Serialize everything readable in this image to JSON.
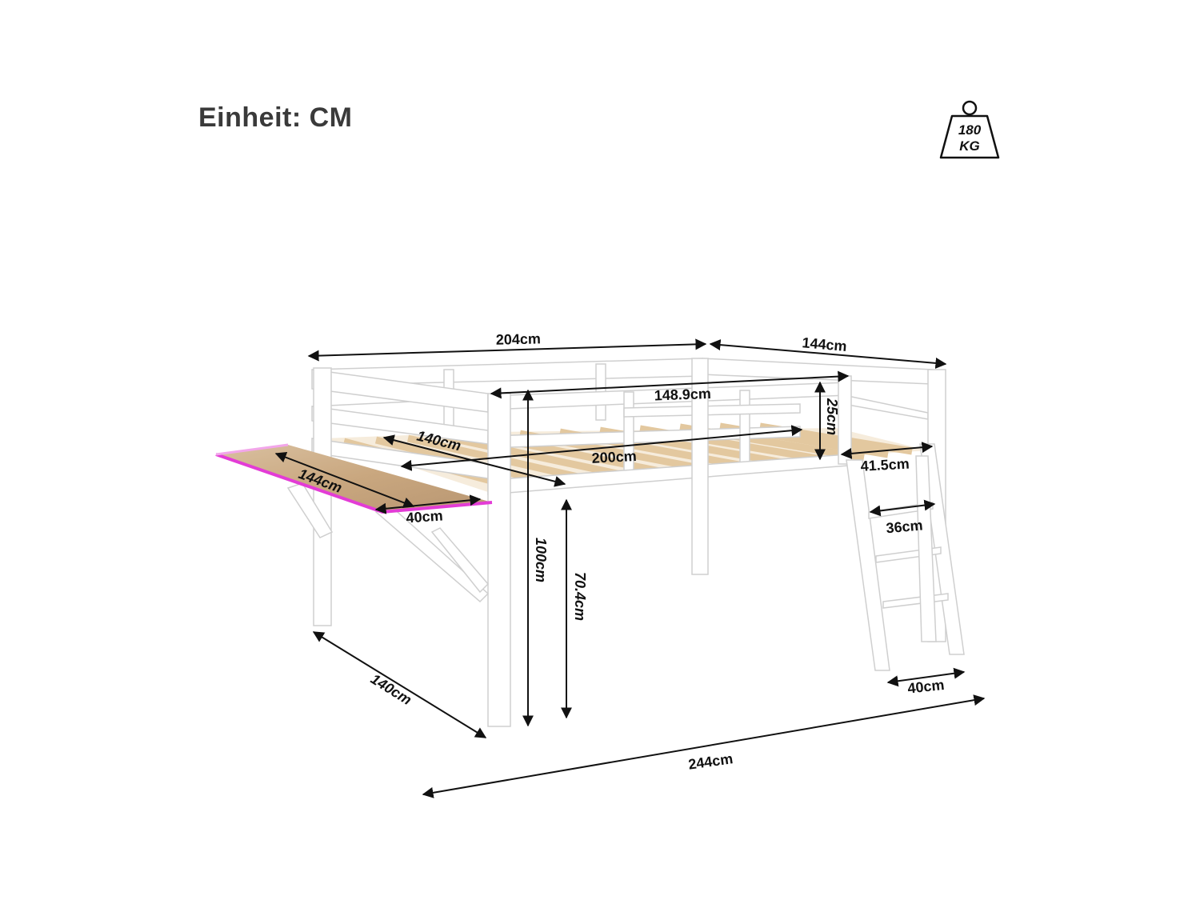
{
  "header": {
    "unit_label": "Einheit: CM"
  },
  "load_badge": {
    "value": "180",
    "unit": "KG"
  },
  "dimensions": {
    "bed_length": "204cm",
    "bed_width": "144cm",
    "inner_length": "148.9cm",
    "rail_height": "25cm",
    "mattress_width": "140cm",
    "mattress_length": "200cm",
    "ladder_depth": "41.5cm",
    "desk_length": "144cm",
    "desk_depth": "40cm",
    "ladder_width": "36cm",
    "total_height": "100cm",
    "under_bed_height": "70.4cm",
    "floor_depth": "140cm",
    "ladder_foot": "40cm",
    "total_length": "244cm"
  },
  "colors": {
    "frame": "#ffffff",
    "frame_outline": "#d4d4d4",
    "slat": "#ecd7b6",
    "desk_top": "#cfb28f",
    "led_strip": "#e33cd6",
    "arrow": "#111111"
  }
}
